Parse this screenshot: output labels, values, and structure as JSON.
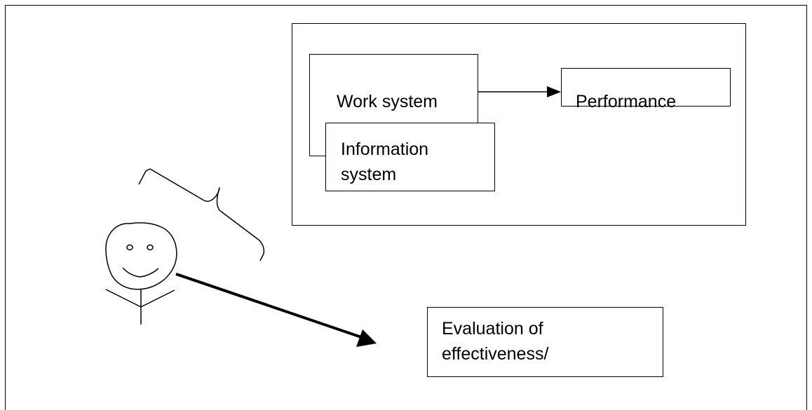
{
  "diagram": {
    "nodes": {
      "work_system": {
        "label": "Work system"
      },
      "performance": {
        "label": "Performance"
      },
      "information_system": {
        "line1": "Information",
        "line2": "system"
      },
      "evaluation": {
        "line1": "Evaluation of",
        "line2": "effectiveness/"
      }
    },
    "edges": [
      {
        "from": "work_system",
        "to": "performance",
        "style": "solid-arrow"
      },
      {
        "from": "person",
        "to": "evaluation",
        "style": "solid-arrow"
      }
    ],
    "figures": [
      {
        "name": "stick-figure-smiley-face"
      },
      {
        "name": "thought-bubble-brace"
      }
    ],
    "colors": {
      "stroke": "#000000",
      "background": "#ffffff"
    }
  }
}
